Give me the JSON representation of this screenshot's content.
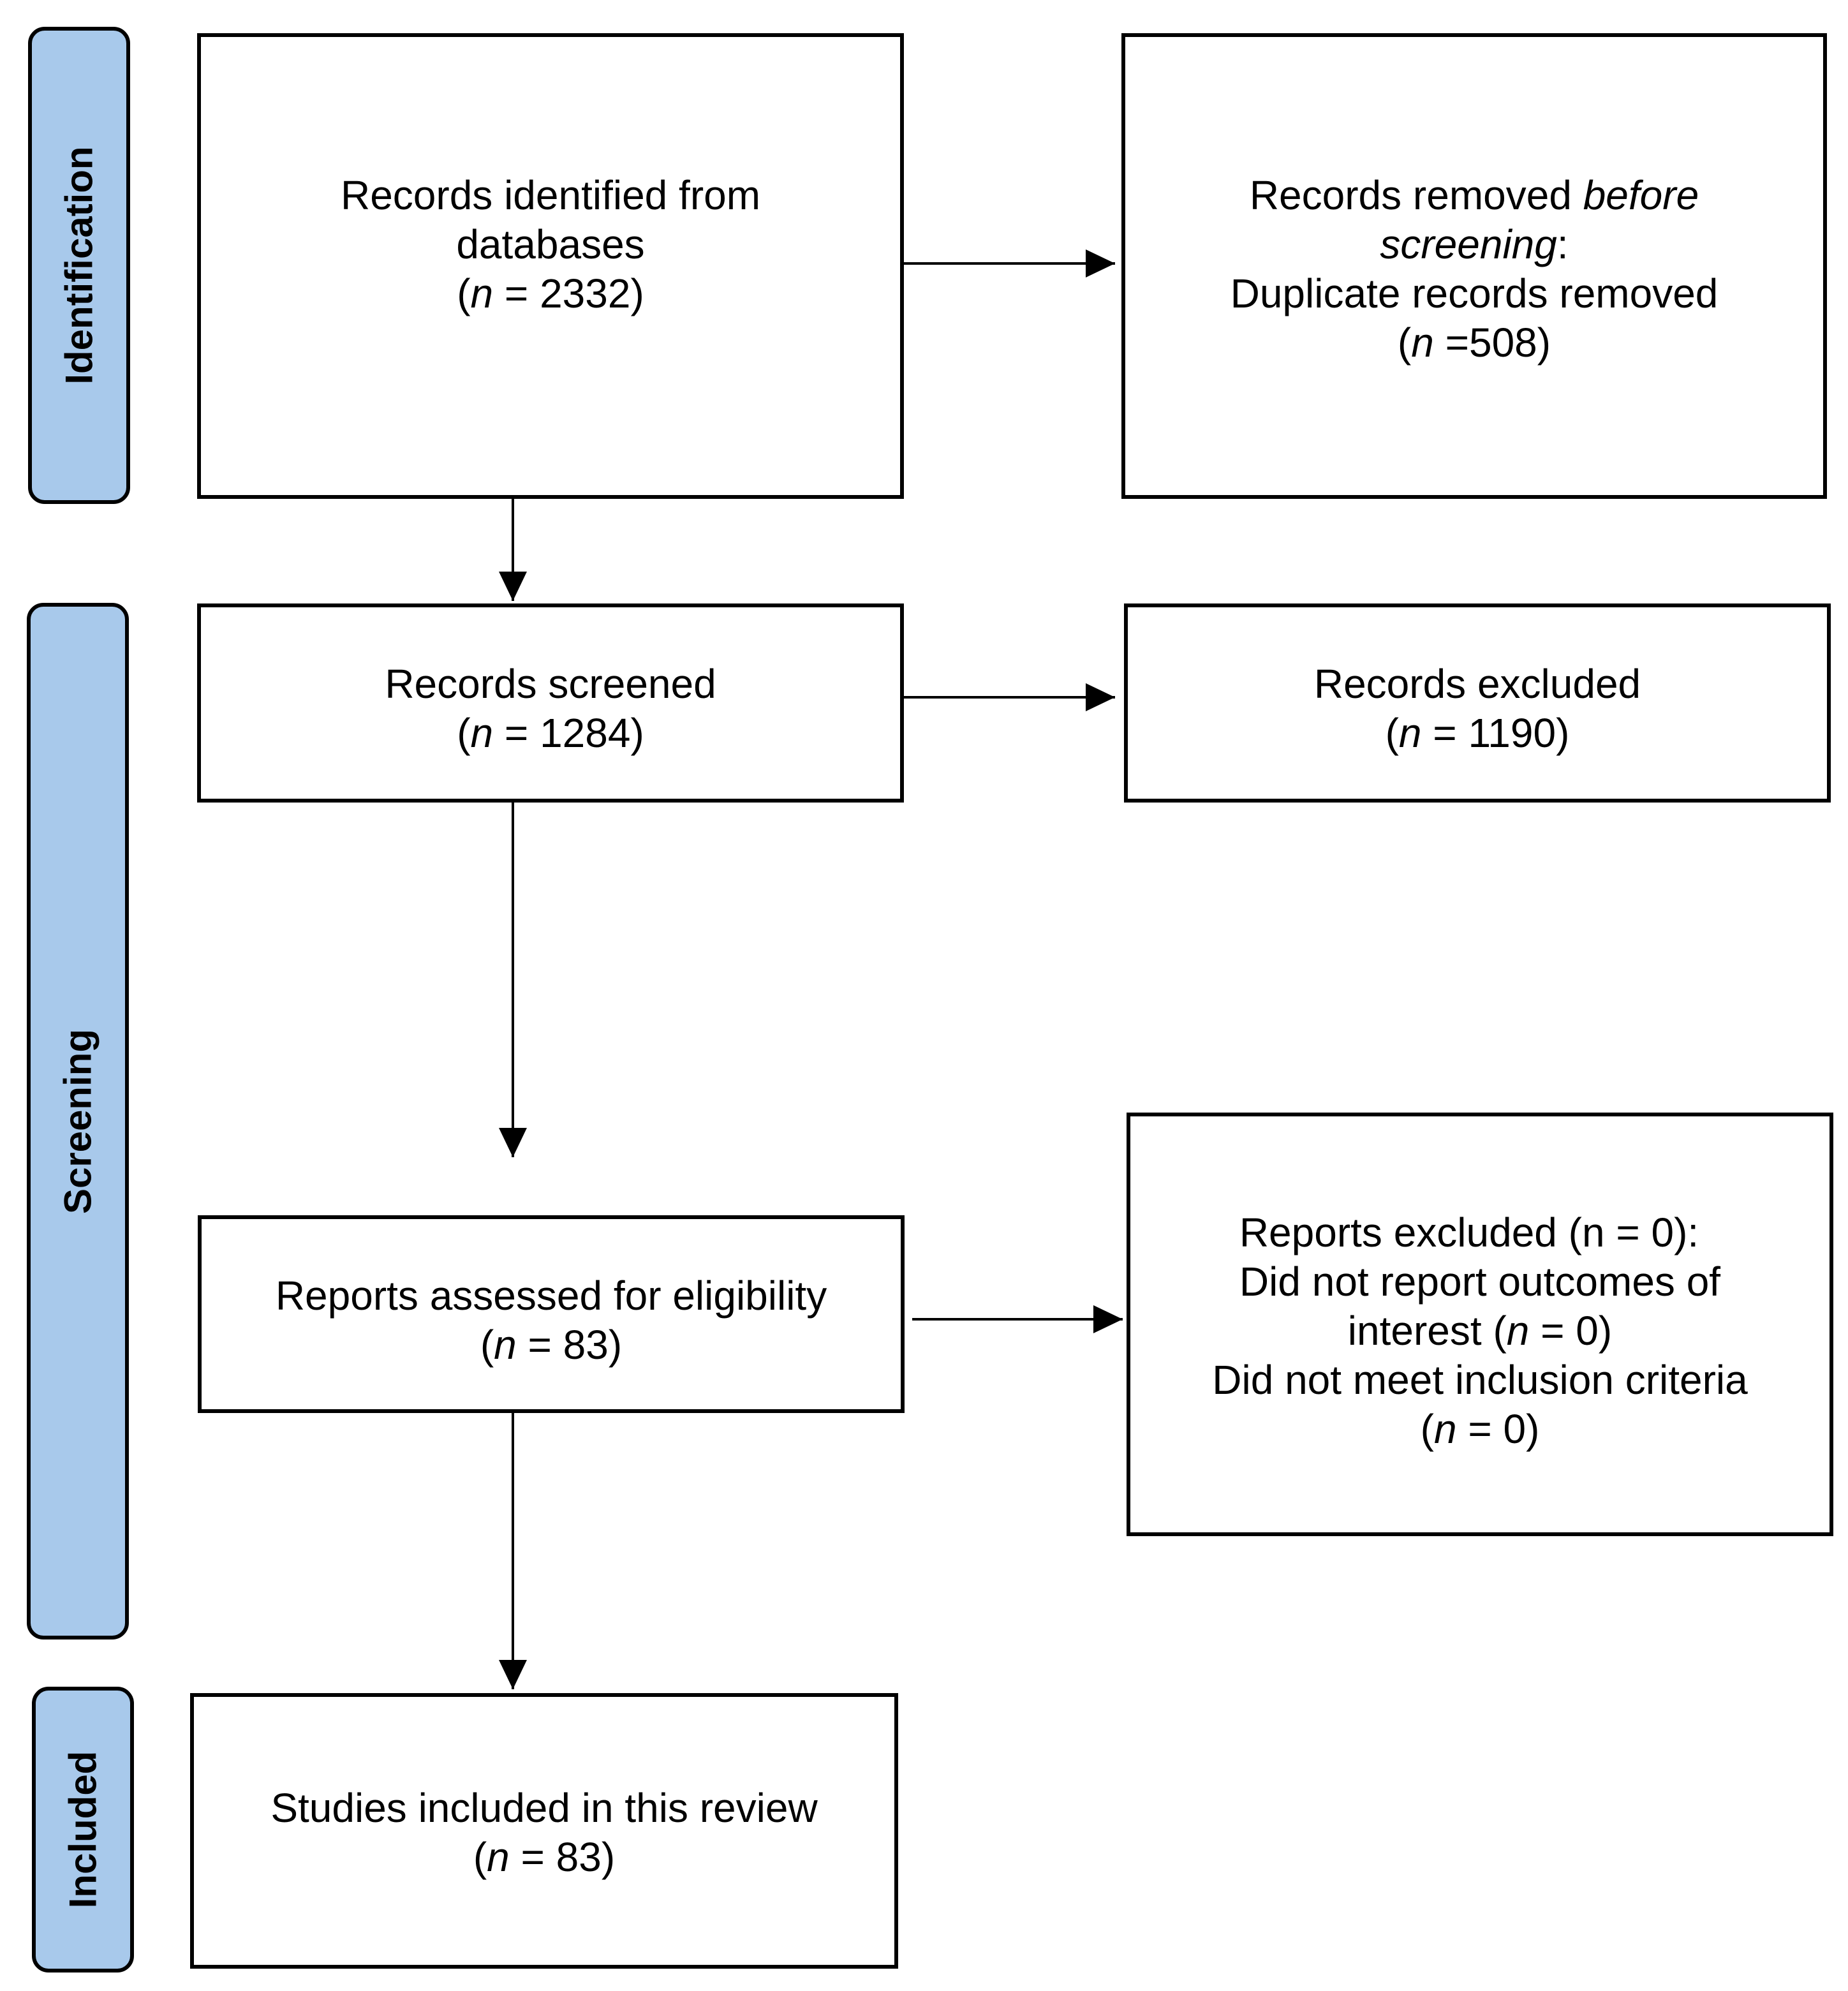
{
  "phases": {
    "identification": "Identification",
    "screening": "Screening",
    "included": "Included"
  },
  "boxes": {
    "identified": {
      "line1": "Records identified from",
      "line2": "databases",
      "n_open": "(",
      "n_var": "n",
      "n_rest": " = 2332)"
    },
    "removed": {
      "line1_a": "Records removed ",
      "line1_b": "before",
      "line2_a": "screening",
      "line2_b": ":",
      "line3": "Duplicate records removed",
      "n_open": "(",
      "n_var": "n",
      "n_rest": " =508)"
    },
    "screened": {
      "line1": "Records screened",
      "n_open": "(",
      "n_var": "n",
      "n_rest": " = 1284)"
    },
    "excluded": {
      "line1": "Records excluded",
      "n_open": "(",
      "n_var": "n",
      "n_rest": " = 1190)"
    },
    "assessed": {
      "line1": "Reports assessed for eligibility",
      "n_open": "(",
      "n_var": "n",
      "n_rest": " = 83)"
    },
    "reports_excluded": {
      "line1": "Reports excluded (n = 0):",
      "line2": "Did not report outcomes of",
      "line3_a": "interest (",
      "line3_var": "n",
      "line3_b": " = 0)",
      "line4": "Did not meet inclusion criteria",
      "n_open": "(",
      "n_var": "n",
      "n_rest": " = 0)"
    },
    "included": {
      "line1": "Studies included in this review",
      "n_open": "(",
      "n_var": "n",
      "n_rest": " = 83)"
    }
  },
  "colors": {
    "phase_fill": "#a8c9eb",
    "stroke": "#000000",
    "box_fill": "#ffffff"
  }
}
